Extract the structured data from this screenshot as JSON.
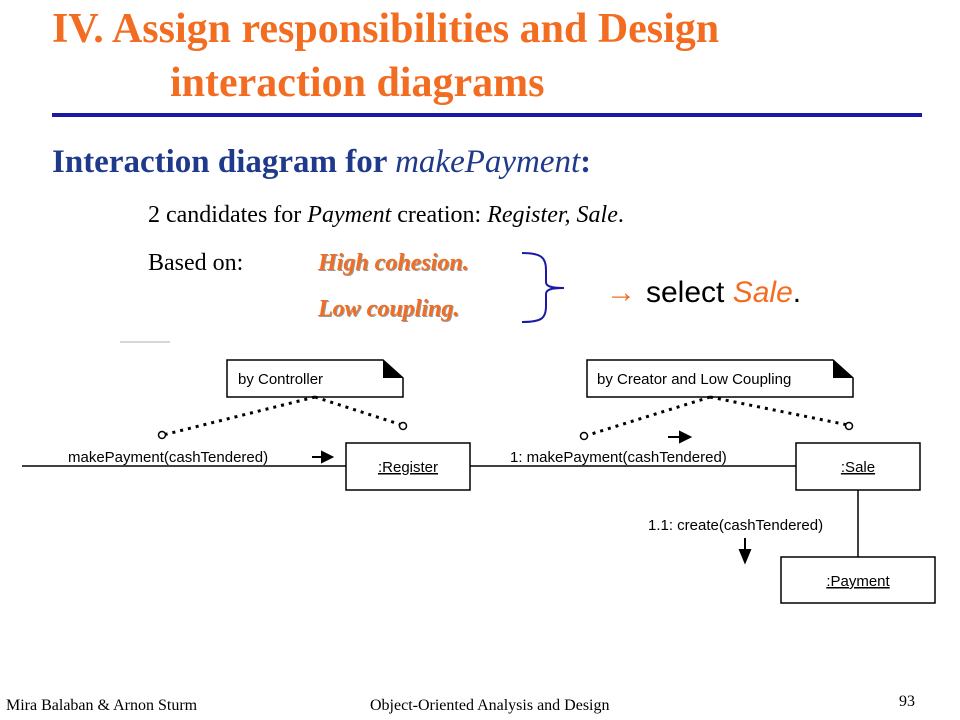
{
  "slide": {
    "title_line1": "IV. Assign responsibilities and Design",
    "title_line2": "interaction diagrams",
    "heading_prefix": "Interaction diagram for ",
    "heading_method": "makePayment",
    "heading_suffix": ":",
    "candidates_prefix": "2 candidates for ",
    "candidates_class": "Payment",
    "candidates_middle": " creation: ",
    "candidates_list": "Register, Sale",
    "candidates_end": ".",
    "based_on": "Based on:",
    "criterion_1": "High cohesion.",
    "criterion_2": "Low coupling.",
    "conclusion_arrow": "→",
    "conclusion_text": "select ",
    "conclusion_choice": "Sale",
    "conclusion_end": "."
  },
  "diagram": {
    "note_left": "by Controller",
    "note_right": "by Creator and Low Coupling",
    "msg_incoming": "makePayment(cashTendered)",
    "msg_1": "1: makePayment(cashTendered)",
    "msg_1_1": "1.1: create(cashTendered)",
    "obj_register": ":Register",
    "obj_sale": ":Sale",
    "obj_payment": ":Payment"
  },
  "footer": {
    "authors": "Mira Balaban  &  Arnon Sturm",
    "course": "Object-Oriented Analysis and Design",
    "page": "93"
  }
}
